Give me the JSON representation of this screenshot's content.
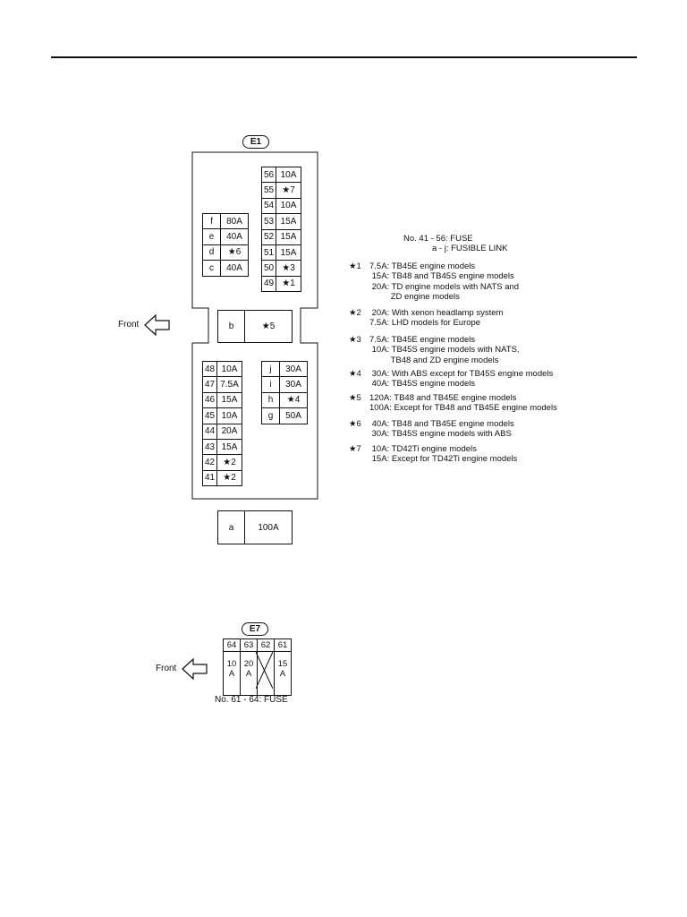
{
  "e1": {
    "tag": "E1",
    "front_label": "Front",
    "upper_right": [
      {
        "no": "56",
        "val": "10A"
      },
      {
        "no": "55",
        "val": "★7"
      },
      {
        "no": "54",
        "val": "10A"
      },
      {
        "no": "53",
        "val": "15A"
      },
      {
        "no": "52",
        "val": "15A"
      },
      {
        "no": "51",
        "val": "15A"
      },
      {
        "no": "50",
        "val": "★3"
      },
      {
        "no": "49",
        "val": "★1"
      }
    ],
    "upper_left": [
      {
        "no": "f",
        "val": "80A"
      },
      {
        "no": "e",
        "val": "40A"
      },
      {
        "no": "d",
        "val": "★6"
      },
      {
        "no": "c",
        "val": "40A"
      }
    ],
    "middle": {
      "no": "b",
      "val": "★5"
    },
    "lower_left": [
      {
        "no": "48",
        "val": "10A"
      },
      {
        "no": "47",
        "val": "7.5A"
      },
      {
        "no": "46",
        "val": "15A"
      },
      {
        "no": "45",
        "val": "10A"
      },
      {
        "no": "44",
        "val": "20A"
      },
      {
        "no": "43",
        "val": "15A"
      },
      {
        "no": "42",
        "val": "★2"
      },
      {
        "no": "41",
        "val": "★2"
      }
    ],
    "lower_right": [
      {
        "no": "j",
        "val": "30A"
      },
      {
        "no": "i",
        "val": "30A"
      },
      {
        "no": "h",
        "val": "★4"
      },
      {
        "no": "g",
        "val": "50A"
      }
    ],
    "separate": {
      "no": "a",
      "val": "100A"
    }
  },
  "legend": {
    "line1": "No. 41 - 56: FUSE",
    "line2": "a - j: FUSIBLE LINK",
    "notes": [
      {
        "star": "★1",
        "text": "7.5A: TB45E engine models\n 15A: TB48 and TB45S engine models\n 20A: TD engine models with NATS and\n         ZD engine models"
      },
      {
        "star": "★2",
        "text": " 20A: With xenon headlamp system\n7.5A: LHD models for Europe"
      },
      {
        "star": "★3",
        "text": "7.5A: TB45E engine models\n 10A: TB45S engine models with NATS,\n         TB48 and ZD engine models"
      },
      {
        "star": "★4",
        "text": " 30A: With ABS except for TB45S engine models\n 40A: TB45S engine models"
      },
      {
        "star": "★5",
        "text": "120A: TB48 and TB45E engine models\n100A: Except for TB48 and TB45E engine models"
      },
      {
        "star": "★6",
        "text": " 40A: TB48 and TB45E engine models\n 30A: TB45S engine models with ABS"
      },
      {
        "star": "★7",
        "text": " 10A: TD42Ti engine models\n 15A: Except for TD42Ti engine models"
      }
    ]
  },
  "e7": {
    "tag": "E7",
    "front_label": "Front",
    "headers": [
      "64",
      "63",
      "62",
      "61"
    ],
    "values": [
      "10\nA",
      "20\nA",
      "",
      "15\nA"
    ],
    "caption": "No. 61 - 64: FUSE"
  }
}
